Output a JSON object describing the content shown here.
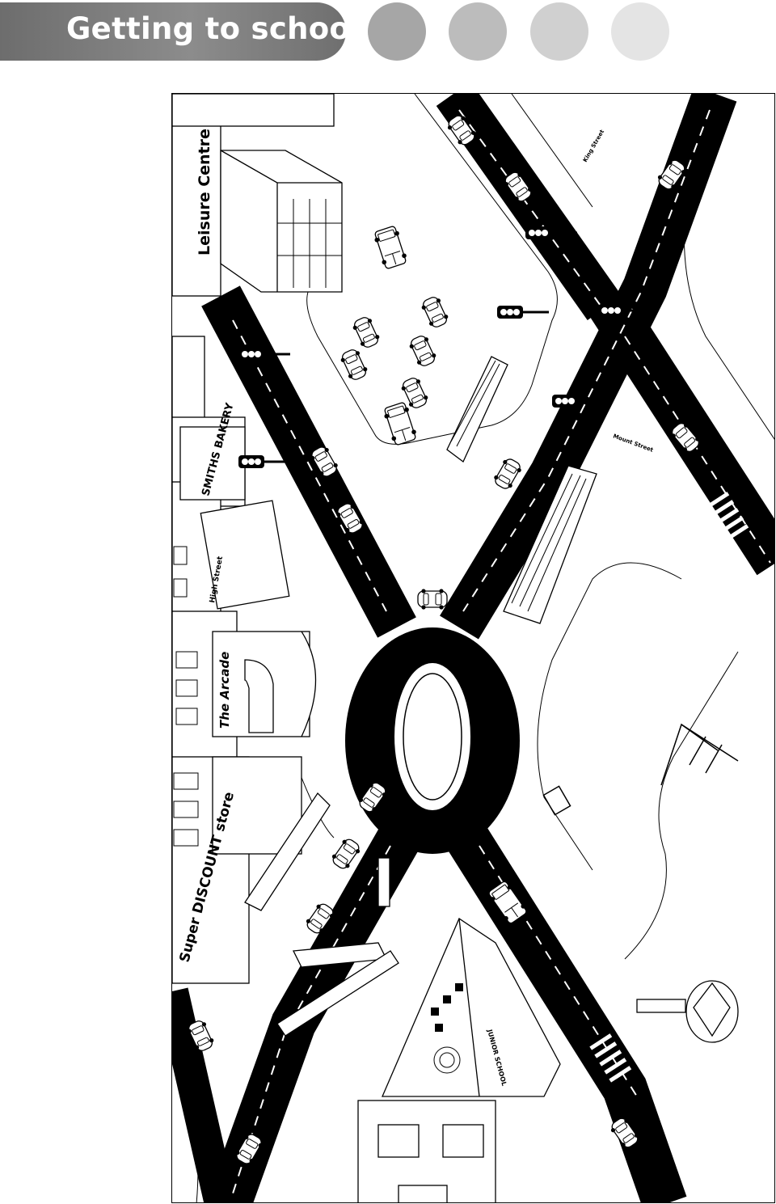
{
  "header": {
    "title": "Getting to school",
    "banner_color": "#7a7a7a",
    "progress_dots": [
      {
        "color": "#a6a6a6"
      },
      {
        "color": "#bcbcbc"
      },
      {
        "color": "#d0d0d0"
      },
      {
        "color": "#e4e4e4"
      }
    ]
  },
  "map": {
    "labels": {
      "leisure_centre": "Leisure Centre",
      "bakery": "SMITHS BAKERY",
      "high_street": "High Street",
      "arcade": "The Arcade",
      "discount_store": "Super DISCOUNT store",
      "king_street": "King Street",
      "second_street": "Mount Street",
      "junior_school": "JUNIOR SCHOOL"
    },
    "road_color": "#000000",
    "line_color": "#ffffff"
  }
}
